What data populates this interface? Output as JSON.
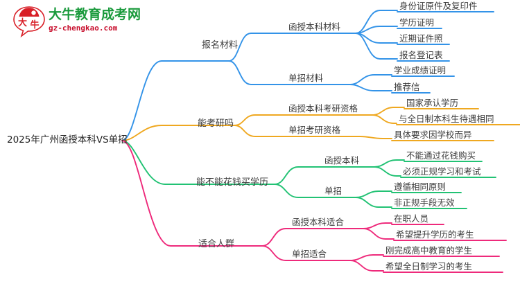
{
  "logo": {
    "name": "大牛教育成考网",
    "url": "gz-chengkao.com",
    "mark_text": "大牛",
    "mark_color": "#d81e26",
    "name_color": "#1a9a3c",
    "url_color": "#c8102e"
  },
  "mindmap": {
    "root": "2025年广州函授本科VS单招",
    "branch_colors": {
      "blue": "#3393E8",
      "orange": "#EFA820",
      "green": "#22C274",
      "pink": "#EE2A7B"
    },
    "branches": [
      {
        "label": "报名材料",
        "color": "#3393E8",
        "children": [
          {
            "label": "函授本科材料",
            "leaves": [
              "身份证原件及复印件",
              "学历证明",
              "近期证件照",
              "报名登记表"
            ]
          },
          {
            "label": "单招材料",
            "leaves": [
              "学业成绩证明",
              "推荐信"
            ]
          }
        ]
      },
      {
        "label": "能考研吗",
        "color": "#EFA820",
        "children": [
          {
            "label": "函授本科考研资格",
            "leaves": [
              "国家承认学历",
              "与全日制本科生待遇相同"
            ]
          },
          {
            "label": "单招考研资格",
            "leaves": [
              "具体要求因学校而异"
            ]
          }
        ]
      },
      {
        "label": "能不能花钱买学历",
        "color": "#22C274",
        "children": [
          {
            "label": "函授本科",
            "leaves": [
              "不能通过花钱购买",
              "必须正规学习和考试"
            ]
          },
          {
            "label": "单招",
            "leaves": [
              "遵循相同原则",
              "非正规手段无效"
            ]
          }
        ]
      },
      {
        "label": "适合人群",
        "color": "#EE2A7B",
        "children": [
          {
            "label": "函授本科适合",
            "leaves": [
              "在职人员",
              "希望提升学历的考生"
            ]
          },
          {
            "label": "单招适合",
            "leaves": [
              "刚完成高中教育的学生",
              "希望全日制学习的考生"
            ]
          }
        ]
      }
    ]
  }
}
